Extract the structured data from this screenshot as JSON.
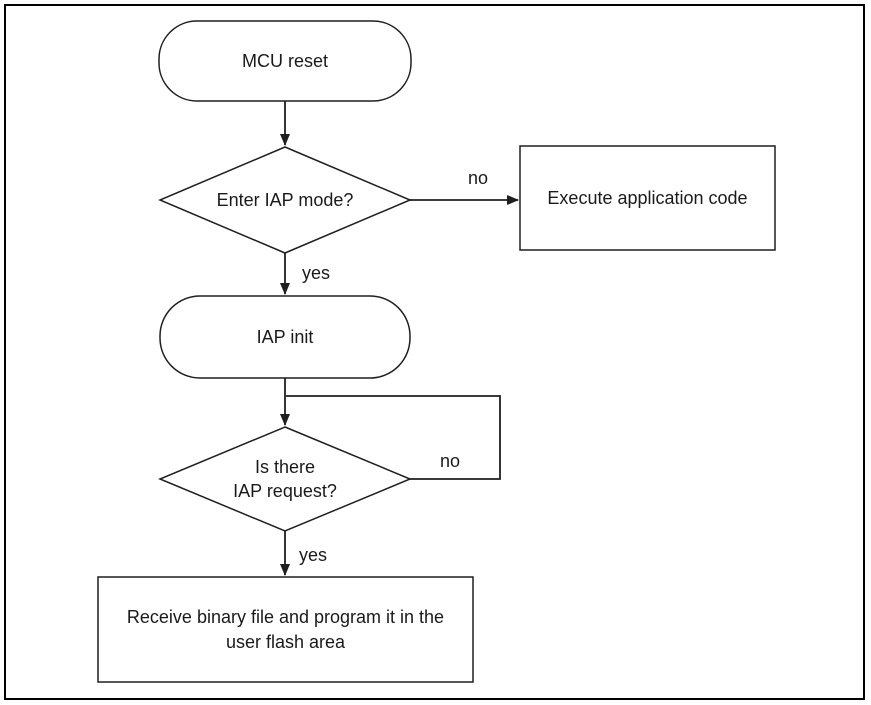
{
  "diagram": {
    "type": "flowchart",
    "nodes": {
      "mcu_reset": {
        "label": "MCU reset",
        "shape": "terminator"
      },
      "enter_iap_mode": {
        "label": "Enter IAP mode?",
        "shape": "decision"
      },
      "execute_app": {
        "label": "Execute application code",
        "shape": "process"
      },
      "iap_init": {
        "label": "IAP init",
        "shape": "terminator"
      },
      "iap_request": {
        "label": "Is there\nIAP request?",
        "shape": "decision"
      },
      "receive_binary": {
        "label": "Receive binary file and program it in the\nuser flash area",
        "shape": "process"
      }
    },
    "edges": {
      "enter_iap_no": {
        "label": "no",
        "from": "enter_iap_mode",
        "to": "execute_app"
      },
      "enter_iap_yes": {
        "label": "yes",
        "from": "enter_iap_mode",
        "to": "iap_init"
      },
      "iap_request_no": {
        "label": "no",
        "from": "iap_request",
        "to": "iap_request"
      },
      "iap_request_yes": {
        "label": "yes",
        "from": "iap_request",
        "to": "receive_binary"
      }
    },
    "colors": {
      "line": "#1f1f1f",
      "text": "#1a1a1a",
      "shape_fill": "#ffffff",
      "page_border": "#000000",
      "background": "#ffffff"
    }
  }
}
